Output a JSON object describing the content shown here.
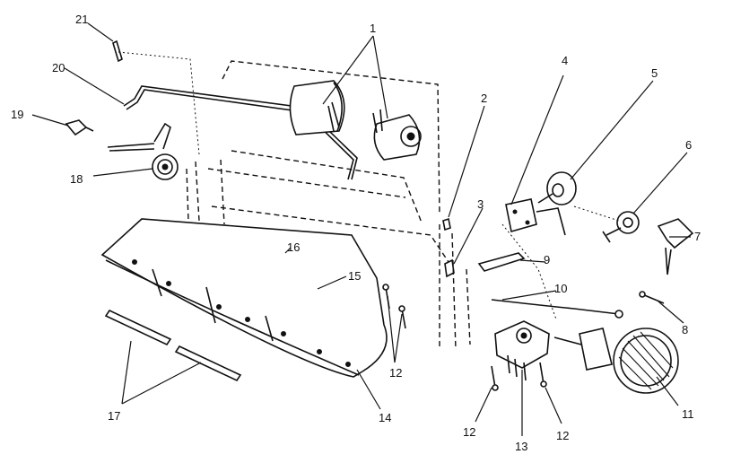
{
  "labels": {
    "p1": "1",
    "p2": "2",
    "p3": "3",
    "p4": "4",
    "p5": "5",
    "p6": "6",
    "p7": "7",
    "p8": "8",
    "p9": "9",
    "p10": "10",
    "p11": "11",
    "p12a": "12",
    "p12b": "12",
    "p12c": "12",
    "p13": "13",
    "p14": "14",
    "p15": "15",
    "p16": "16",
    "p17": "17",
    "p18": "18",
    "p19": "19",
    "p20": "20",
    "p21": "21"
  }
}
